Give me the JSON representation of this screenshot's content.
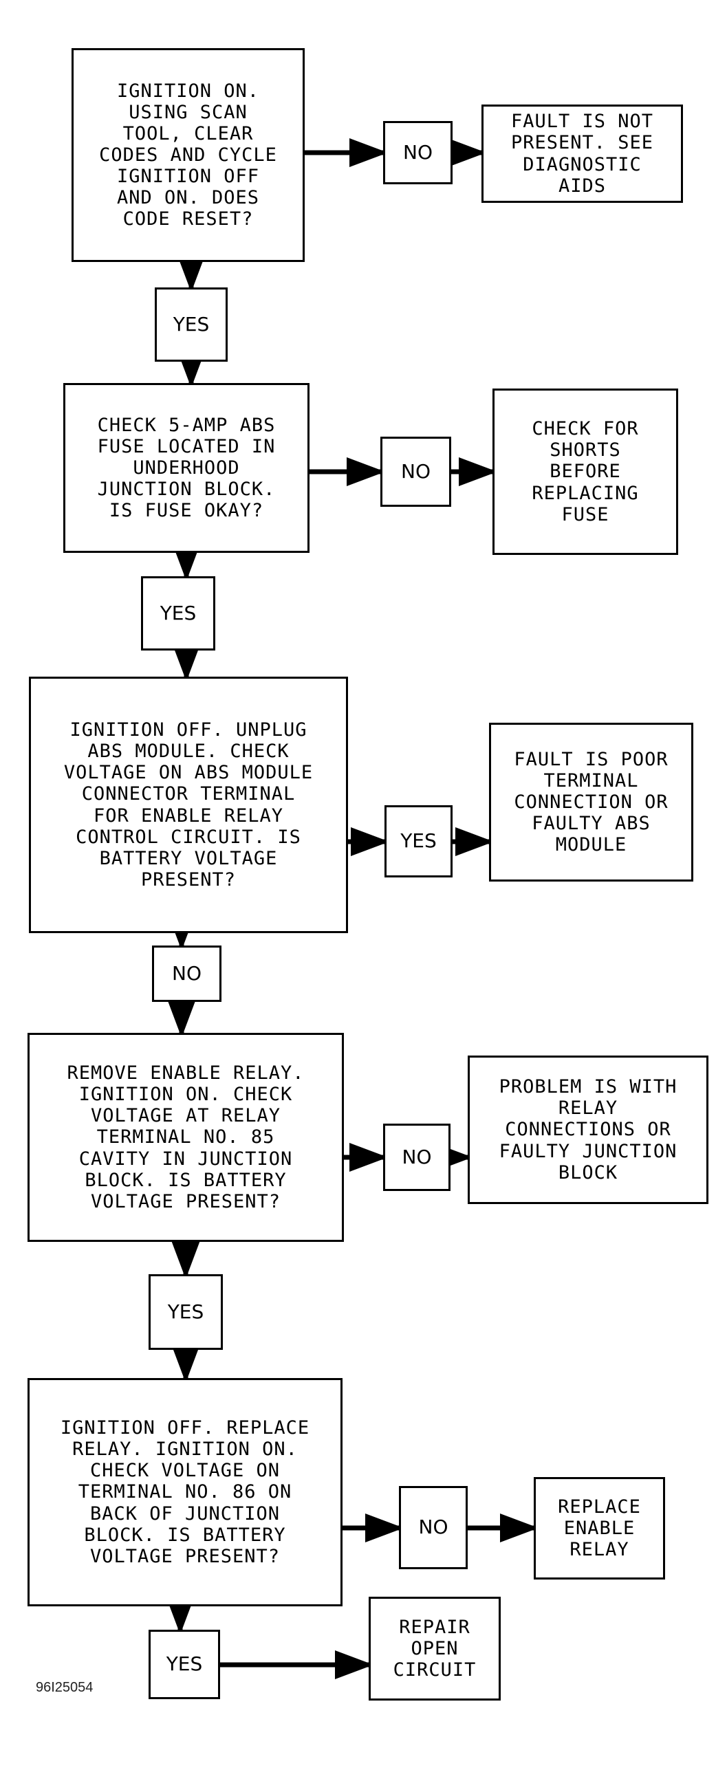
{
  "steps": [
    {
      "question": "IGNITION ON.\nUSING SCAN\nTOOL, CLEAR\nCODES AND CYCLE\nIGNITION OFF\nAND ON. DOES\nCODE RESET?",
      "side_answer": "NO",
      "side_result": "FAULT IS NOT\nPRESENT. SEE\nDIAGNOSTIC\nAIDS",
      "down_answer": "YES"
    },
    {
      "question": "CHECK 5-AMP ABS\nFUSE LOCATED IN\nUNDERHOOD\nJUNCTION BLOCK.\nIS FUSE OKAY?",
      "side_answer": "NO",
      "side_result": "CHECK FOR\nSHORTS\nBEFORE\nREPLACING\nFUSE",
      "down_answer": "YES"
    },
    {
      "question": "IGNITION OFF. UNPLUG\nABS MODULE. CHECK\nVOLTAGE ON ABS MODULE\nCONNECTOR TERMINAL\nFOR ENABLE RELAY\nCONTROL CIRCUIT. IS\nBATTERY VOLTAGE\nPRESENT?",
      "side_answer": "YES",
      "side_result": "FAULT IS POOR\nTERMINAL\nCONNECTION OR\nFAULTY ABS\nMODULE",
      "down_answer": "NO"
    },
    {
      "question": "REMOVE ENABLE RELAY.\nIGNITION ON. CHECK\nVOLTAGE AT RELAY\nTERMINAL NO. 85\nCAVITY IN JUNCTION\nBLOCK. IS BATTERY\nVOLTAGE PRESENT?",
      "side_answer": "NO",
      "side_result": "PROBLEM IS WITH\nRELAY\nCONNECTIONS OR\nFAULTY JUNCTION\nBLOCK",
      "down_answer": "YES"
    },
    {
      "question": "IGNITION OFF. REPLACE\nRELAY. IGNITION ON.\nCHECK VOLTAGE ON\nTERMINAL NO. 86 ON\nBACK OF JUNCTION\nBLOCK. IS BATTERY\nVOLTAGE PRESENT?",
      "side_answer": "NO",
      "side_result": "REPLACE\nENABLE\nRELAY",
      "down_answer": "YES"
    }
  ],
  "final_result": "REPAIR\nOPEN\nCIRCUIT",
  "figure_id": "96I25054"
}
